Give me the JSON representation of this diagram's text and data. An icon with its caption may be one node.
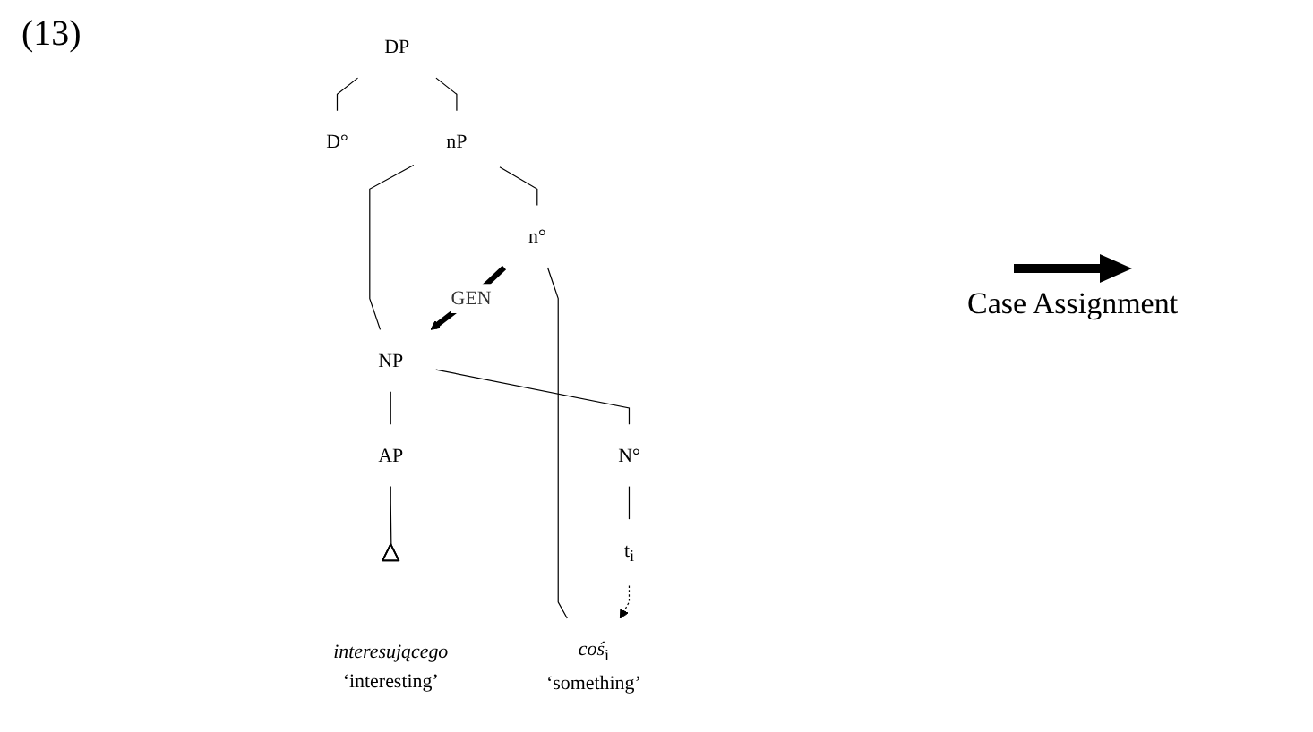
{
  "diagram": {
    "nodes": [
      {
        "text": [
          "DP"
        ]
      },
      {
        "text": [
          "D°"
        ]
      },
      {
        "text": [
          "nP"
        ]
      },
      {
        "text": [
          "n°"
        ]
      },
      {
        "text": [
          "NP"
        ]
      },
      {
        "text": [
          "*coś*$_{i}$",
          "‘something’"
        ]
      },
      {
        "text": [
          "AP"
        ]
      },
      {
        "text": [
          "N°"
        ]
      },
      {
        "text": [],
        "shape": "triangle",
        "beside": [
          "*interesującego*",
          "‘interesting’"
        ]
      },
      {
        "text": [
          "t$_{i}$"
        ]
      }
    ],
    "edges": [
      {
        "from": 0,
        "to": 1,
        "arrow": "none"
      },
      {
        "from": 0,
        "to": 2,
        "arrow": "none"
      },
      {
        "from": 2,
        "to": 3,
        "arrow": "none"
      },
      {
        "from": 2,
        "to": 4,
        "arrow": "none"
      },
      {
        "from": 3,
        "to": 4,
        "arrow": "to",
        "label": "GEN",
        "style": "thick"
      },
      {
        "from": 3,
        "to": 5,
        "arrow": "none"
      },
      {
        "from": 4,
        "to": 6,
        "arrow": "none"
      },
      {
        "from": 4,
        "to": 7,
        "arrow": "none"
      },
      {
        "from": 6,
        "to": 8,
        "arrow": "none"
      },
      {
        "from": 7,
        "to": 9,
        "arrow": "none"
      },
      {
        "from": 9,
        "to": 5,
        "arrow": "to",
        "style": "dashed"
      }
    ],
    "labels": [
      "(13)"
    ],
    "legend": [
      {
        "text": "Case Assignment"
      }
    ]
  }
}
